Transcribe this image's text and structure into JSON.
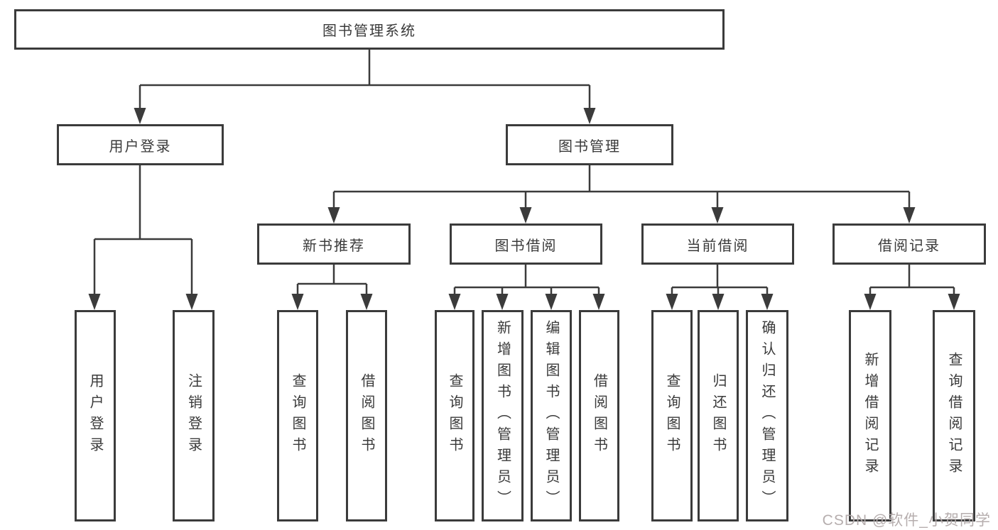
{
  "diagram": {
    "root": {
      "label": "图书管理系统"
    },
    "level2": [
      {
        "label": "用户登录"
      },
      {
        "label": "图书管理"
      }
    ],
    "level3": [
      {
        "label": "新书推荐"
      },
      {
        "label": "图书借阅"
      },
      {
        "label": "当前借阅"
      },
      {
        "label": "借阅记录"
      }
    ],
    "leaves": [
      {
        "label": "用户登录",
        "parent": "用户登录"
      },
      {
        "label": "注销登录",
        "parent": "用户登录"
      },
      {
        "label": "查询图书",
        "parent": "新书推荐"
      },
      {
        "label": "借阅图书",
        "parent": "新书推荐"
      },
      {
        "label": "查询图书",
        "parent": "图书借阅"
      },
      {
        "label": "新增图书（管理员）",
        "parent": "图书借阅"
      },
      {
        "label": "编辑图书（管理员）",
        "parent": "图书借阅"
      },
      {
        "label": "借阅图书",
        "parent": "图书借阅"
      },
      {
        "label": "查询图书",
        "parent": "当前借阅"
      },
      {
        "label": "归还图书",
        "parent": "当前借阅"
      },
      {
        "label": "确认归还（管理员）",
        "parent": "当前借阅"
      },
      {
        "label": "新增借阅记录",
        "parent": "借阅记录"
      },
      {
        "label": "查询借阅记录",
        "parent": "借阅记录"
      }
    ],
    "colors": {
      "line": "#3b3b3b",
      "box_border": "#3b3b3b",
      "text": "#3a3a3a",
      "background": "#ffffff",
      "watermark": "#b2aaaa"
    }
  },
  "watermark": {
    "text": "CSDN @软件_小贺同学"
  }
}
